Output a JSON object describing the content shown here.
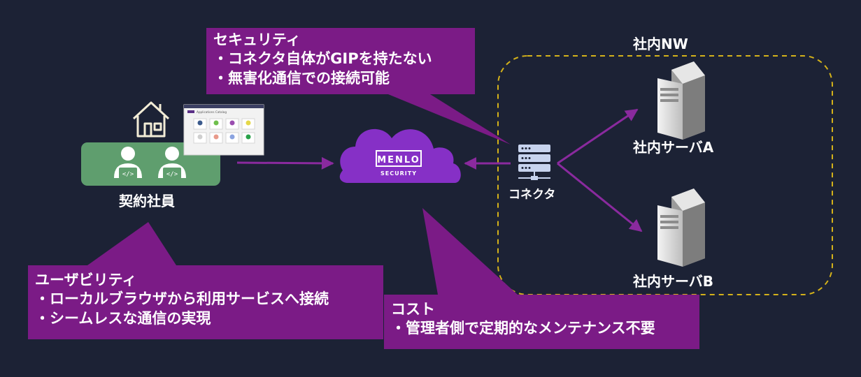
{
  "callouts": {
    "security": {
      "title": "セキュリティ",
      "lines": [
        "・コネクタ自体がGIPを持たない",
        "・無害化通信での接続可能"
      ]
    },
    "usability": {
      "title": "ユーザビリティ",
      "lines": [
        "・ローカルブラウザから利用サービスへ接続",
        "・シームレスな通信の実現"
      ]
    },
    "cost": {
      "title": "コスト",
      "lines": [
        "・管理者側で定期的なメンテナンス不要"
      ]
    }
  },
  "nodes": {
    "user_label": "契約社員",
    "network_label": "社内NW",
    "connector_label": "コネクタ",
    "server_a_label": "社内サーバA",
    "server_b_label": "社内サーバB",
    "cloud_brand_top": "MENLO",
    "cloud_brand_bottom": "SECURITY",
    "catalog_title": "Applications Catalog"
  },
  "colors": {
    "background": "#1c2235",
    "callout": "#7b1b86",
    "arrow": "#8a2a9e",
    "cloud": "#8630c6",
    "user_box": "#5f9e6e",
    "dashed_border": "#d4b21a"
  },
  "icons": [
    "house-icon",
    "developer-icon",
    "cloud-icon",
    "connector-server-icon",
    "server-tower-icon"
  ]
}
